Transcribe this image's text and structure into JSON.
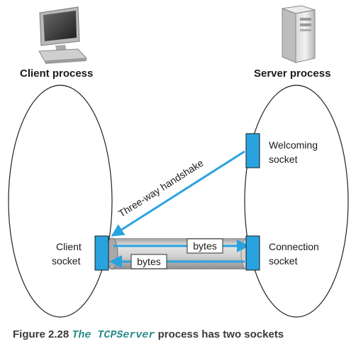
{
  "client": {
    "title": "Client process",
    "socket_line1": "Client",
    "socket_line2": "socket"
  },
  "server": {
    "title": "Server process",
    "welcoming_line1": "Welcoming",
    "welcoming_line2": "socket",
    "connection_line1": "Connection",
    "connection_line2": "socket"
  },
  "handshake_label": "Three-way handshake",
  "bytes_top": "bytes",
  "bytes_bottom": "bytes",
  "caption": {
    "prefix": "Figure 2.28",
    "code": "The TCPServer",
    "suffix": "process has two sockets"
  },
  "colors": {
    "socket": "#29a3e0",
    "arrow": "#29a3e0",
    "pipe": "#c8c8c8"
  }
}
